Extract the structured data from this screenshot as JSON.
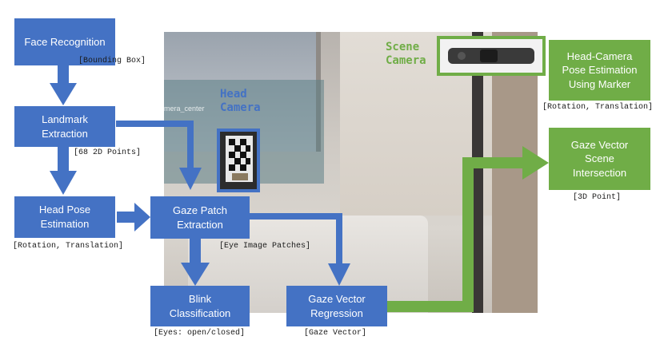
{
  "boxes": {
    "face_recognition": "Face Recognition",
    "landmark_extraction": "Landmark\nExtraction",
    "head_pose_estimation": "Head Pose\nEstimation",
    "gaze_patch_extraction": "Gaze Patch\nExtraction",
    "blink_classification": "Blink\nClassification",
    "gaze_vector_regression": "Gaze Vector\nRegression",
    "head_camera_pose": "Head-Camera\nPose Estimation\nUsing Marker",
    "gaze_vector_scene": "Gaze Vector\nScene\nIntersection"
  },
  "labels": {
    "bounding_box": "[Bounding Box]",
    "points_68": "[68 2D Points]",
    "rotation_translation_left": "[Rotation, Translation]",
    "eye_image_patches": "[Eye Image Patches]",
    "eyes_open_closed": "[Eyes: open/closed]",
    "gaze_vector": "[Gaze Vector]",
    "rotation_translation_right": "[Rotation, Translation]",
    "point_3d": "[3D Point]"
  },
  "cameras": {
    "head": "Head\nCamera",
    "scene": "Scene\nCamera"
  },
  "photo": {
    "screen_text": "mera_center"
  },
  "colors": {
    "blue": "#4472c4",
    "green": "#70ad47"
  }
}
